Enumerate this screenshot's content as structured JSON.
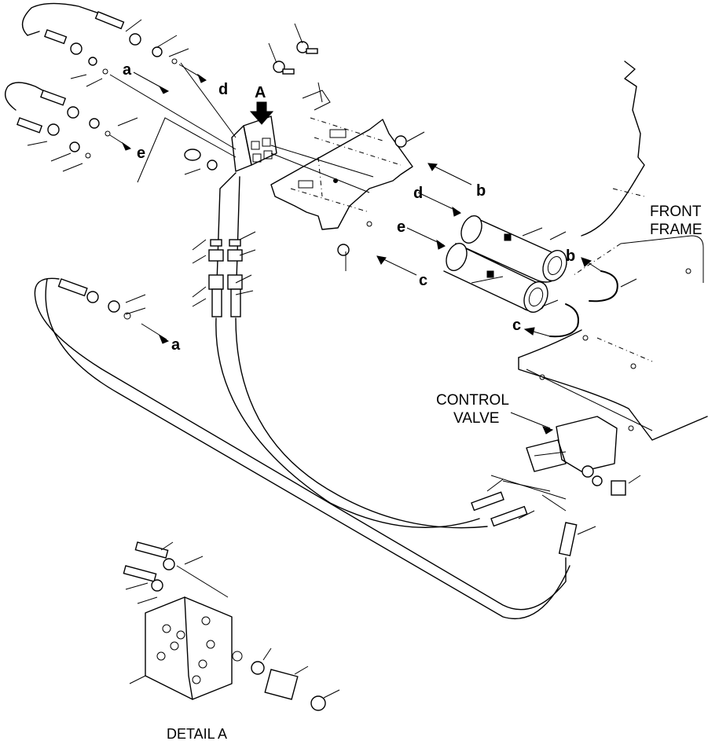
{
  "labels": {
    "front_frame_line1": "FRONT",
    "front_frame_line2": "FRAME",
    "control_valve_line1": "CONTROL",
    "control_valve_line2": "VALVE",
    "detail_caption": "DETAIL A",
    "detail_arrow": "A",
    "letter_a": "a",
    "letter_b": "b",
    "letter_c": "c",
    "letter_d": "d",
    "letter_e": "e"
  }
}
